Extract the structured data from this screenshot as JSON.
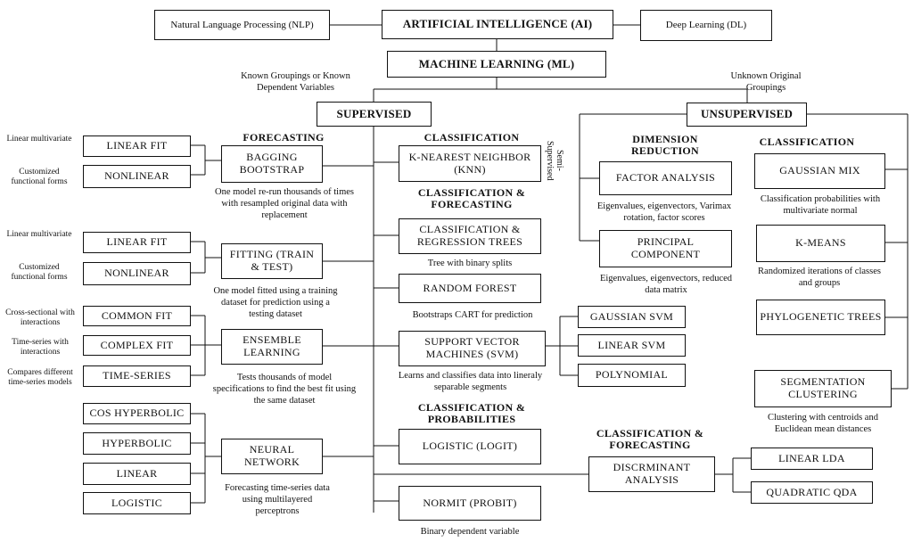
{
  "top": {
    "nlp": "Natural Language Processing (NLP)",
    "ai": "ARTIFICIAL INTELLIGENCE (AI)",
    "dl": "Deep Learning (DL)",
    "ml": "MACHINE LEARNING (ML)",
    "known_note": "Known Groupings or Known Dependent Variables",
    "unknown_note": "Unknown Original Groupings",
    "supervised": "SUPERVISED",
    "unsupervised": "UNSUPERVISED",
    "semi": "Semi-Supervised"
  },
  "forecasting": {
    "heading": "FORECASTING",
    "bagging": {
      "label": "BAGGING BOOTSTRAP",
      "desc": "One model re-run thousands of times with resampled original data with replacement",
      "options": [
        "LINEAR FIT",
        "NONLINEAR"
      ],
      "side": [
        "Linear multivariate",
        "Customized functional forms"
      ]
    },
    "fitting": {
      "label": "FITTING (TRAIN & TEST)",
      "desc": "One model fitted using a training dataset for prediction using a testing dataset",
      "options": [
        "LINEAR FIT",
        "NONLINEAR"
      ],
      "side": [
        "Linear multivariate",
        "Customized functional forms"
      ]
    },
    "ensemble": {
      "label": "ENSEMBLE LEARNING",
      "desc": "Tests thousands of model specifications to find the best fit using the same dataset",
      "options": [
        "COMMON FIT",
        "COMPLEX FIT",
        "TIME-SERIES"
      ],
      "side": [
        "Cross-sectional with interactions",
        "Time-series with interactions",
        "Compares different time-series models"
      ]
    },
    "neural": {
      "label": "NEURAL NETWORK",
      "desc": "Forecasting time-series data using multilayered perceptrons",
      "options": [
        "COS HYPERBOLIC",
        "HYPERBOLIC",
        "LINEAR",
        "LOGISTIC"
      ]
    }
  },
  "classification": {
    "heading": "CLASSIFICATION",
    "knn": "K-NEAREST NEIGHBOR (KNN)",
    "cf_heading": "CLASSIFICATION & FORECASTING",
    "cart": "CLASSIFICATION & REGRESSION TREES",
    "cart_desc": "Tree with binary splits",
    "rf": "RANDOM FOREST",
    "rf_desc": "Bootstraps CART for prediction",
    "svm": "SUPPORT VECTOR MACHINES (SVM)",
    "svm_desc": "Learns and classifies data into lineraly separable segments",
    "svm_options": [
      "GAUSSIAN SVM",
      "LINEAR SVM",
      "POLYNOMIAL"
    ],
    "cp_heading": "CLASSIFICATION & PROBABILITIES",
    "logit": "LOGISTIC (LOGIT)",
    "probit": "NORMIT (PROBIT)",
    "probit_desc": "Binary dependent variable",
    "cf2_heading": "CLASSIFICATION & FORECASTING",
    "discriminant": "DISCRMINANT ANALYSIS",
    "lda_options": [
      "LINEAR LDA",
      "QUADRATIC QDA"
    ]
  },
  "dimension": {
    "heading": "DIMENSION REDUCTION",
    "factor": "FACTOR ANALYSIS",
    "factor_desc": "Eigenvalues, eigenvectors, Varimax rotation, factor scores",
    "pca": "PRINCIPAL COMPONENT",
    "pca_desc": "Eigenvalues, eigenvectors, reduced data matrix"
  },
  "unsup_class": {
    "heading": "CLASSIFICATION",
    "gaussian": "GAUSSIAN MIX",
    "gaussian_desc": "Classification probabilities with multivariate normal",
    "kmeans": "K-MEANS",
    "kmeans_desc": "Randomized iterations of classes and groups",
    "phylo": "PHYLOGENETIC TREES",
    "segment": "SEGMENTATION CLUSTERING",
    "segment_desc": "Clustering with centroids and Euclidean mean distances"
  }
}
